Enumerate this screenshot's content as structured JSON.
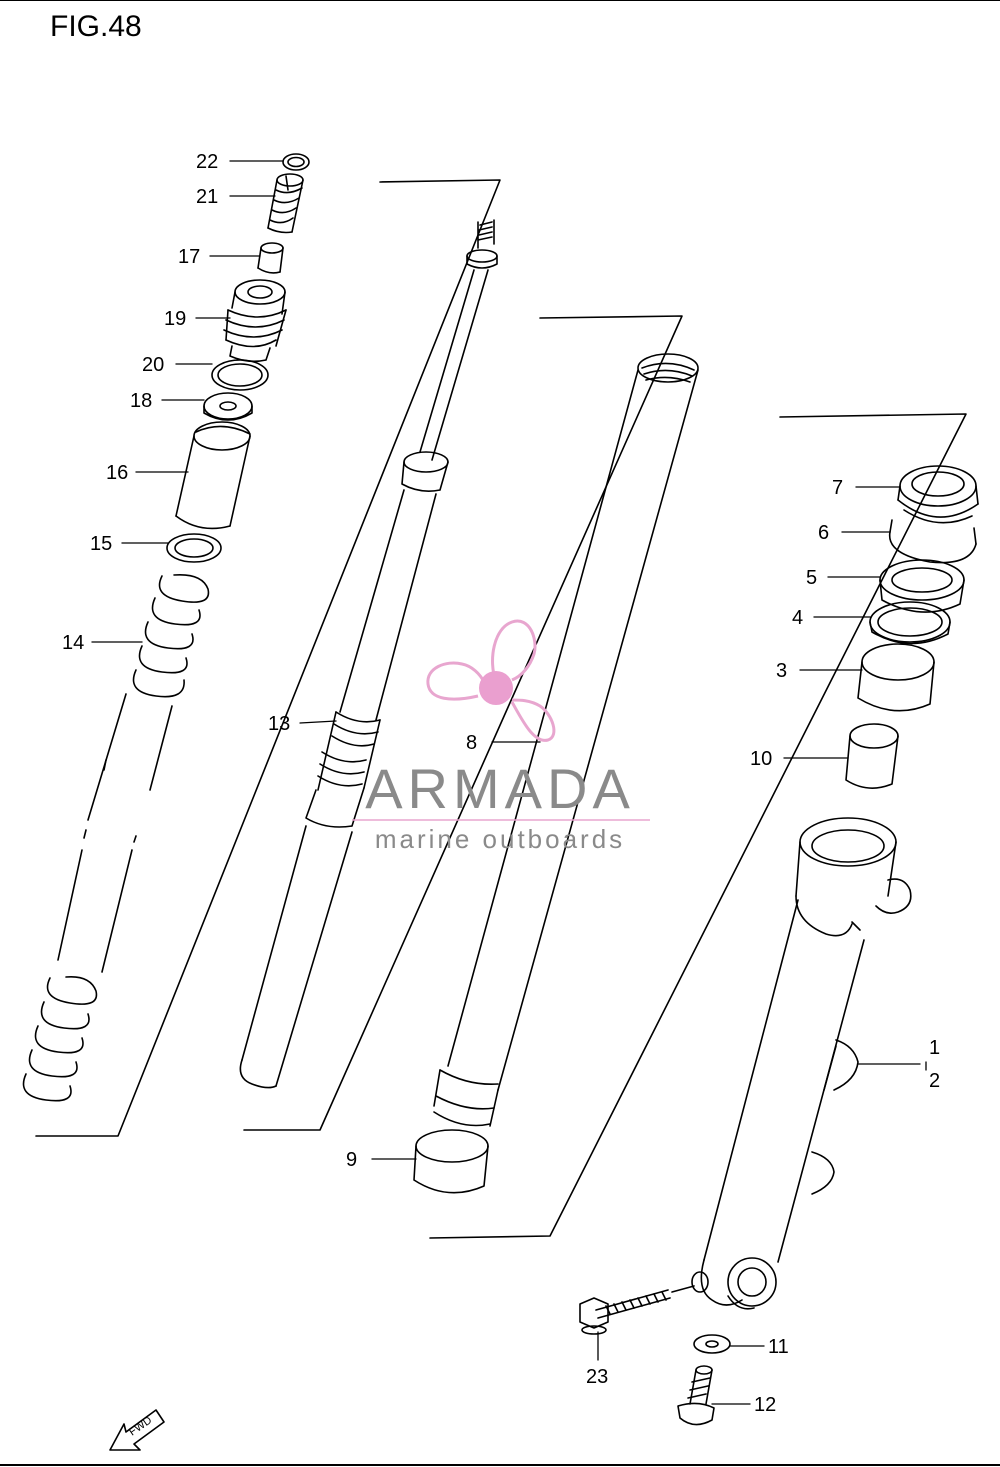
{
  "figure": {
    "title": "FIG.48"
  },
  "watermark": {
    "brand": "ARMADA",
    "tagline": "marine outboards",
    "colors": {
      "logo": "#e8a6cf",
      "logo_center": "#ea9fcf",
      "text": "#8a8a8a"
    }
  },
  "fwd_label": "FWD",
  "callouts": [
    {
      "id": "c22",
      "label": "22"
    },
    {
      "id": "c21",
      "label": "21"
    },
    {
      "id": "c17",
      "label": "17"
    },
    {
      "id": "c19",
      "label": "19"
    },
    {
      "id": "c20",
      "label": "20"
    },
    {
      "id": "c18",
      "label": "18"
    },
    {
      "id": "c16",
      "label": "16"
    },
    {
      "id": "c15",
      "label": "15"
    },
    {
      "id": "c14",
      "label": "14"
    },
    {
      "id": "c13",
      "label": "13"
    },
    {
      "id": "c8",
      "label": "8"
    },
    {
      "id": "c9",
      "label": "9"
    },
    {
      "id": "c7",
      "label": "7"
    },
    {
      "id": "c6",
      "label": "6"
    },
    {
      "id": "c5",
      "label": "5"
    },
    {
      "id": "c4",
      "label": "4"
    },
    {
      "id": "c3",
      "label": "3"
    },
    {
      "id": "c10",
      "label": "10"
    },
    {
      "id": "c1",
      "label": "1"
    },
    {
      "id": "c2",
      "label": "2"
    },
    {
      "id": "c11",
      "label": "11"
    },
    {
      "id": "c12",
      "label": "12"
    },
    {
      "id": "c23",
      "label": "23"
    }
  ]
}
